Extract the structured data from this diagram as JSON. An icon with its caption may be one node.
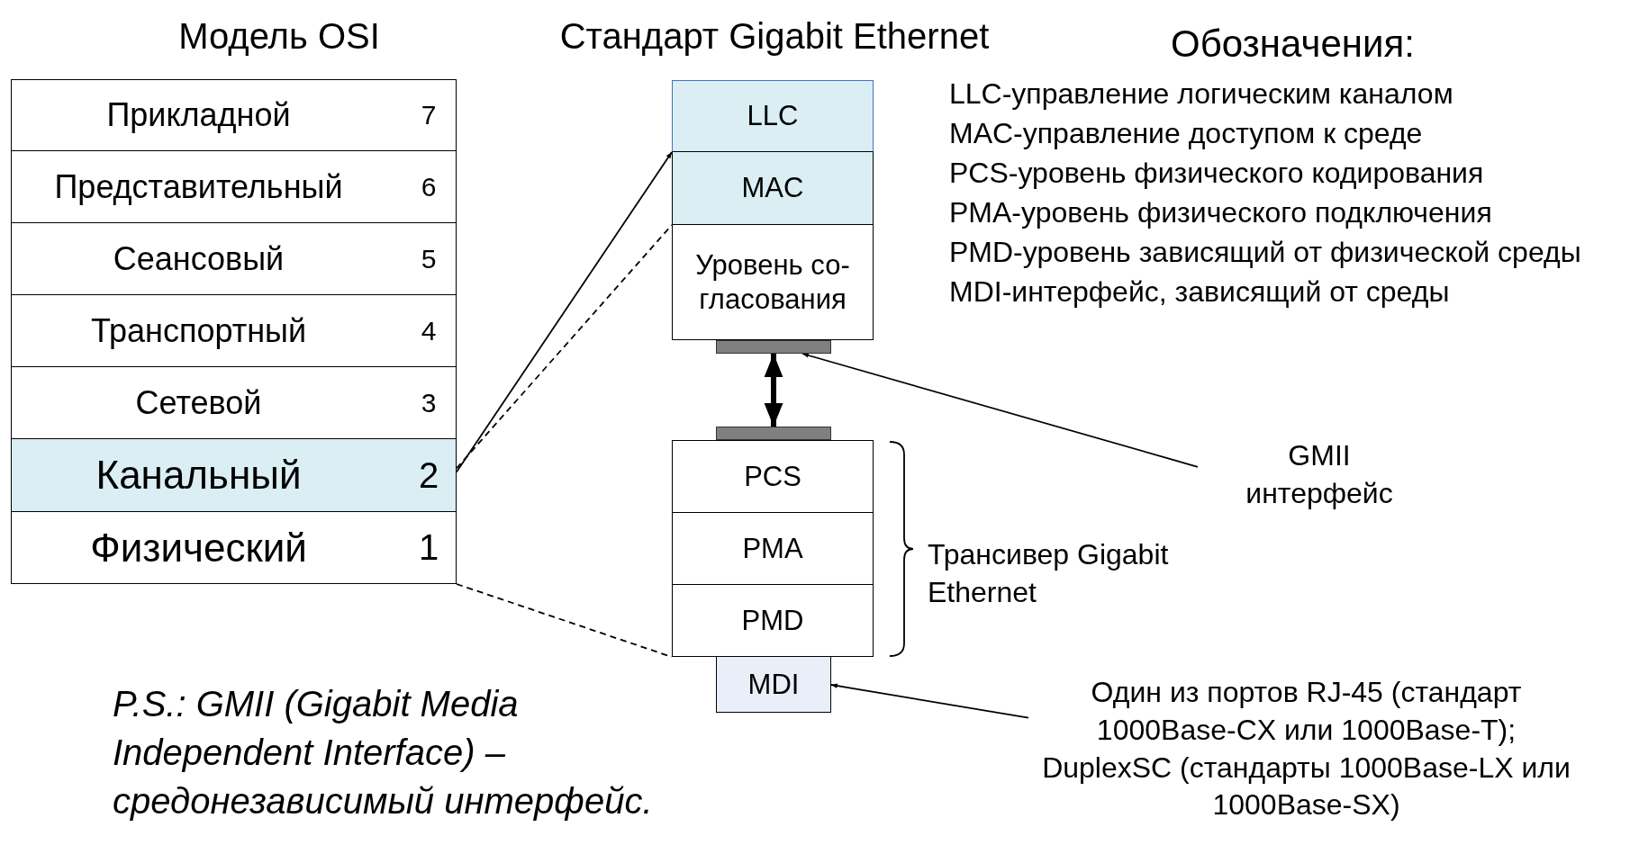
{
  "diagram": {
    "nodes": [
      {
        "text": [
          "Прикладной",
          "7"
        ]
      },
      {
        "text": [
          "Представительный",
          "6"
        ]
      },
      {
        "text": [
          "Сеансовый",
          "5"
        ]
      },
      {
        "text": [
          "Транспортный",
          "4"
        ]
      },
      {
        "text": [
          "Сетевой",
          "3"
        ]
      },
      {
        "text": [
          "Канальный",
          "2"
        ]
      },
      {
        "text": [
          "Физический",
          "1"
        ]
      },
      {
        "text": [
          "LLC"
        ]
      },
      {
        "text": [
          "MAC"
        ]
      },
      {
        "text": [
          "Уровень со-гласования"
        ]
      },
      {
        "text": [],
        "shape": "bar"
      },
      {
        "text": [],
        "shape": "bar"
      },
      {
        "text": [
          "PCS"
        ]
      },
      {
        "text": [
          "PMA"
        ]
      },
      {
        "text": [
          "PMD"
        ]
      },
      {
        "text": [
          "MDI"
        ]
      },
      {
        "text": [
          "GMII интерфейс"
        ]
      },
      {
        "text": [
          "Один из портов RJ-45 (стандарт 1000Base-CX или 1000Base-T); DuplexSC (стандарты 1000Base-LX или 1000Base-SX)"
        ]
      }
    ],
    "edges": [
      {
        "from": 5,
        "to": 7,
        "arrow": "to"
      },
      {
        "from": 5,
        "to": 8,
        "arrow": "none",
        "style": "dashed"
      },
      {
        "from": 6,
        "to": 14,
        "arrow": "none",
        "style": "dashed"
      },
      {
        "from": 10,
        "to": 11,
        "arrow": "both",
        "style": "thick"
      },
      {
        "from": 16,
        "to": 10,
        "arrow": "to"
      },
      {
        "from": 17,
        "to": 15,
        "arrow": "to"
      }
    ],
    "labels": [
      "Модель OSI",
      "Стандарт Gigabit Ethernet",
      "Обозначения:",
      "LLC-управление логическим каналом",
      "MAC-управление доступом к среде",
      "PCS-уровень физического кодирования",
      "PMA-уровень физического подключения",
      "PMD-уровень зависящий от физической среды",
      "MDI-интерфейс, зависящий от среды",
      "Трансивер Gigabit Ethernet",
      "P.S.:  GMII (Gigabit Media Independent Interface) – средонезависимый интерфейс."
    ]
  }
}
